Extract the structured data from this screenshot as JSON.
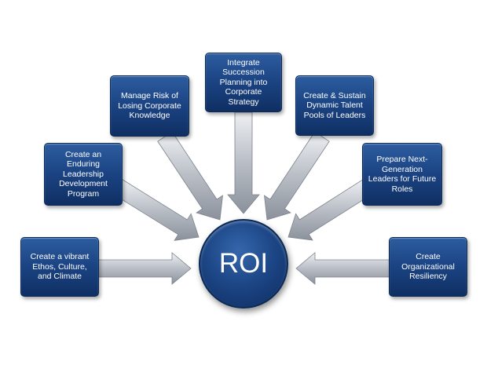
{
  "center": {
    "label": "ROI"
  },
  "boxes": [
    {
      "id": "vibrant-ethos",
      "label": "Create a vibrant Ethos, Culture, and Climate"
    },
    {
      "id": "enduring-leadership",
      "label": "Create an Enduring Leadership Development Program"
    },
    {
      "id": "manage-risk",
      "label": "Manage Risk of Losing Corporate Knowledge"
    },
    {
      "id": "integrate-succession",
      "label": "Integrate Succession Planning into Corporate Strategy"
    },
    {
      "id": "talent-pools",
      "label": "Create & Sustain Dynamic Talent Pools of Leaders"
    },
    {
      "id": "next-generation",
      "label": "Prepare Next-Generation Leaders for Future Roles"
    },
    {
      "id": "org-resiliency",
      "label": "Create Organizational Resiliency"
    }
  ],
  "colors": {
    "box_fill": "#1c4585",
    "box_border": "#0b2a55",
    "arrow_fill": "#b9bec6",
    "text": "#ffffff"
  }
}
